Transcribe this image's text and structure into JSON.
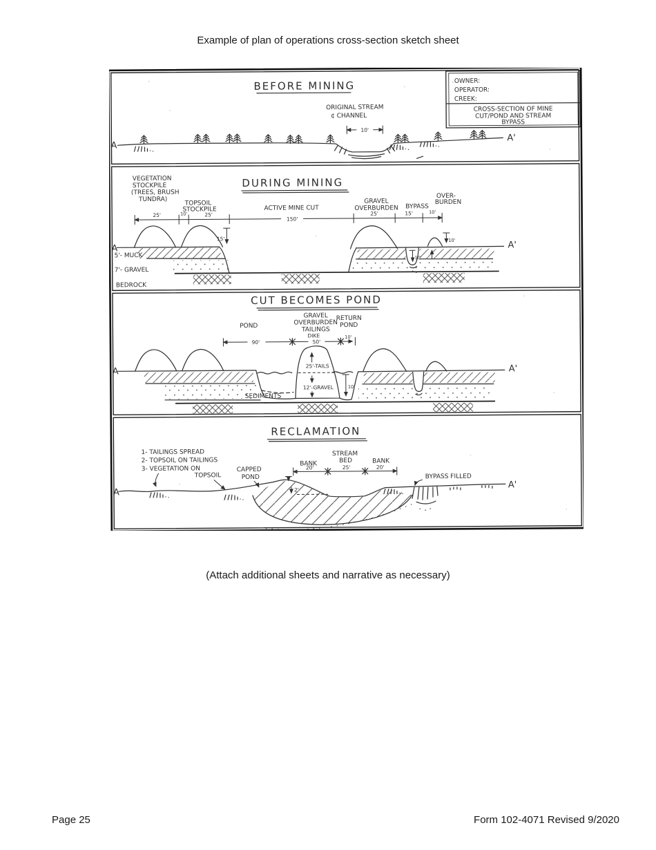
{
  "page": {
    "title": "Example of plan of operations cross-section sketch sheet",
    "attach_note": "(Attach additional sheets and narrative as necessary)",
    "page_number": "Page 25",
    "form_number": "Form 102-4071 Revised 9/2020"
  },
  "info_box": {
    "owner": "OWNER:",
    "operator": "OPERATOR:",
    "creek": "CREEK:",
    "subject_line1": "CROSS-SECTION OF MINE",
    "subject_line2": "CUT/POND AND STREAM",
    "subject_line3": "BYPASS"
  },
  "before_mining": {
    "title": "BEFORE MINING",
    "stream_line1": "ORIGINAL STREAM",
    "stream_line2": "¢ CHANNEL",
    "stream_width": "10'",
    "start_label": "A",
    "end_label": "A'"
  },
  "during_mining": {
    "title": "DURING MINING",
    "veg_line1": "VEGETATION",
    "veg_line2": "STOCKPILE",
    "veg_line3": "(TREES, BRUSH",
    "veg_line4": "TUNDRA)",
    "topsoil_line1": "TOPSOIL",
    "topsoil_line2": "STOCKPILE",
    "active_cut": "ACTIVE MINE CUT",
    "gravel_line1": "GRAVEL",
    "gravel_line2": "OVERBURDEN",
    "bypass": "BYPASS",
    "over_line1": "OVER-",
    "over_line2": "BURDEN",
    "dim_25a": "25'",
    "dim_10a": "10'",
    "dim_25b": "25'",
    "dim_150": "150'",
    "dim_25c": "25'",
    "dim_15": "15'",
    "dim_10b": "10'",
    "stockpile_height": "15'",
    "bypass_depth": "10'",
    "overburden_height": "10'",
    "muck_layer": "5'- MUCK",
    "gravel_layer": "7'- GRAVEL",
    "bedrock_layer": "BEDROCK",
    "start_label": "A",
    "end_label": "A'"
  },
  "cut_becomes_pond": {
    "title": "CUT BECOMES POND",
    "pond": "POND",
    "dike_line1": "GRAVEL",
    "dike_line2": "OVERBURDEN",
    "dike_line3": "TAILINGS",
    "dike_line4": "DIKE",
    "return_line1": "RETURN",
    "return_line2": "POND",
    "dim_90": "90'",
    "dim_50": "50'",
    "dim_10": "10'",
    "tails": "25'-TAILS",
    "gravel_core": "12'-GRAVEL",
    "pond_depth": "10'",
    "sediments": "SEDIMENTS",
    "start_label": "A",
    "end_label": "A'"
  },
  "reclamation": {
    "title": "RECLAMATION",
    "note_1": "1- TAILINGS SPREAD",
    "note_2": "2- TOPSOIL ON TAILINGS",
    "note_3": "3- VEGETATION ON",
    "note_3b": "TOPSOIL",
    "capped_line1": "CAPPED",
    "capped_line2": "POND",
    "bank_left": "BANK",
    "stream_line1": "STREAM",
    "stream_line2": "BED",
    "bank_right": "BANK",
    "dim_20a": "20'",
    "dim_25": "25'",
    "dim_20b": "20'",
    "cap_depth": "2'",
    "bypass_filled": "BYPASS FILLED",
    "start_label": "A",
    "end_label": "A'"
  }
}
